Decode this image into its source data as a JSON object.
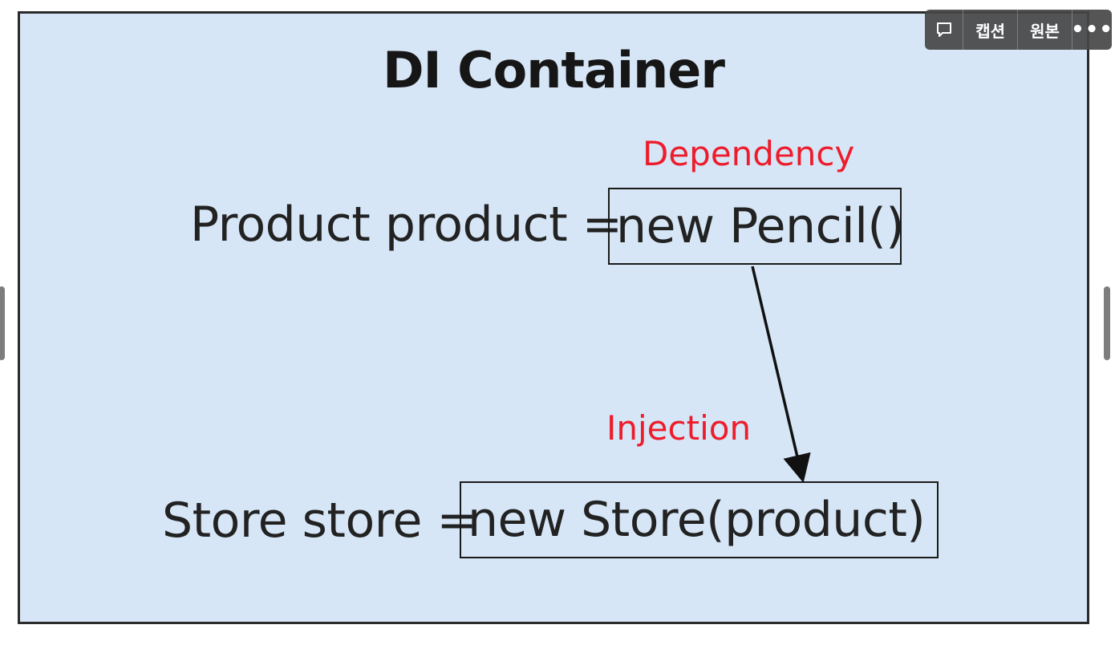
{
  "diagram": {
    "title": "DI Container",
    "dependency_label": "Dependency",
    "injection_label": "Injection",
    "line1_prefix": "Product product =",
    "line1_box": "new Pencil()",
    "line2_prefix": "Store store =",
    "line2_box": "new Store(product)"
  },
  "toolbar": {
    "comment_icon": "speech-bubble-icon",
    "caption_label": "캡션",
    "original_label": "원본",
    "more_label": "•••"
  },
  "colors": {
    "background": "#d6e6f6",
    "accent_red": "#ee1c2b",
    "border": "#2b2b2b"
  }
}
